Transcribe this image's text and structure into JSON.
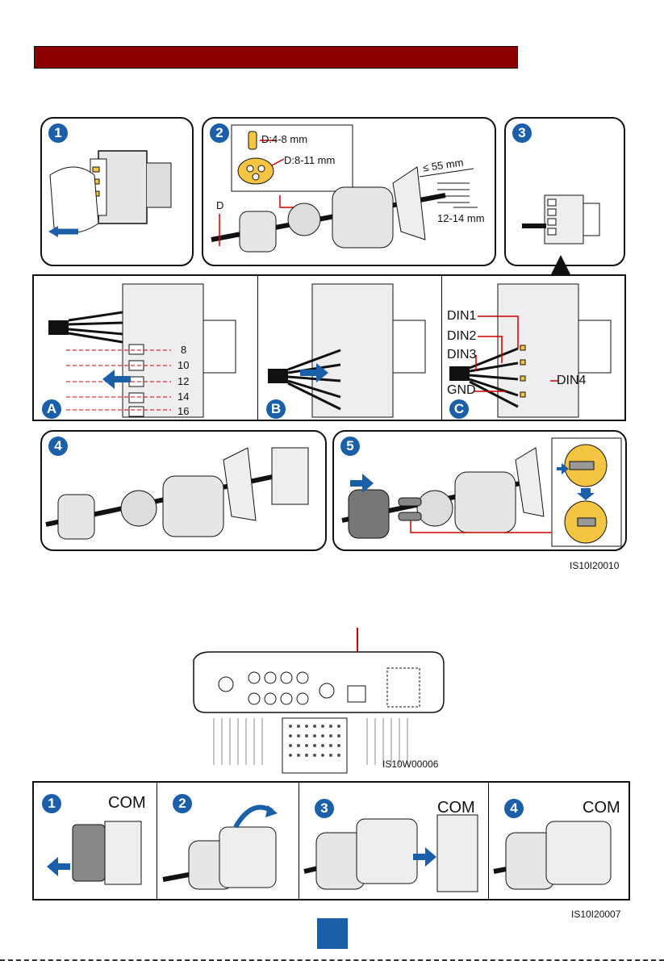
{
  "header_bar_color": "#8a0000",
  "accent_color": "#1b5fa8",
  "top_figure": {
    "steps": [
      "1",
      "2",
      "3",
      "4",
      "5"
    ],
    "sub_steps": [
      "A",
      "B",
      "C"
    ],
    "step2_labels": {
      "d_small": "D:4-8 mm",
      "d_large": "D:8-11 mm",
      "d": "D",
      "strip_length": "≤ 55 mm",
      "conductor_strip": "12-14 mm"
    },
    "terminal_numbers": [
      "8",
      "10",
      "12",
      "14",
      "16"
    ],
    "din_labels": {
      "din1": "DIN1",
      "din2": "DIN2",
      "din3": "DIN3",
      "din4": "DIN4",
      "gnd": "GND"
    },
    "figure_code": "IS10I20010"
  },
  "inverter_figure": {
    "figure_code": "IS10W00006"
  },
  "bottom_figure": {
    "steps": [
      "1",
      "2",
      "3",
      "4"
    ],
    "com_label": "COM",
    "figure_code": "IS10I20007"
  }
}
